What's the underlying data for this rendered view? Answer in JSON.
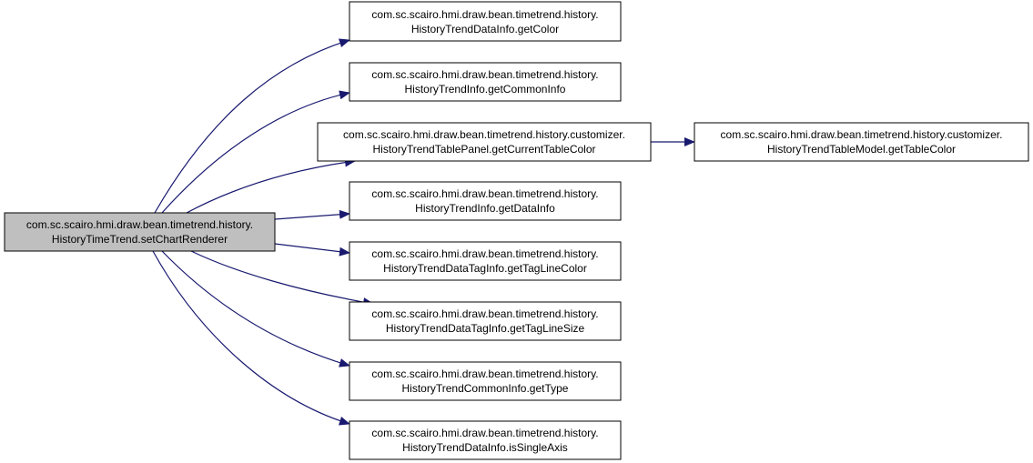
{
  "colors": {
    "node_fill": "#ffffff",
    "root_fill": "#bfbfbf",
    "border": "#000000",
    "edge": "#191970",
    "text": "#000000"
  },
  "graph": {
    "root": {
      "line1": "com.sc.scairo.hmi.draw.bean.timetrend.history.",
      "line2": "HistoryTimeTrend.setChartRenderer"
    },
    "callees": [
      {
        "line1": "com.sc.scairo.hmi.draw.bean.timetrend.history.",
        "line2": "HistoryTrendDataInfo.getColor"
      },
      {
        "line1": "com.sc.scairo.hmi.draw.bean.timetrend.history.",
        "line2": "HistoryTrendInfo.getCommonInfo"
      },
      {
        "line1": "com.sc.scairo.hmi.draw.bean.timetrend.history.customizer.",
        "line2": "HistoryTrendTablePanel.getCurrentTableColor"
      },
      {
        "line1": "com.sc.scairo.hmi.draw.bean.timetrend.history.",
        "line2": "HistoryTrendInfo.getDataInfo"
      },
      {
        "line1": "com.sc.scairo.hmi.draw.bean.timetrend.history.",
        "line2": "HistoryTrendDataTagInfo.getTagLineColor"
      },
      {
        "line1": "com.sc.scairo.hmi.draw.bean.timetrend.history.",
        "line2": "HistoryTrendDataTagInfo.getTagLineSize"
      },
      {
        "line1": "com.sc.scairo.hmi.draw.bean.timetrend.history.",
        "line2": "HistoryTrendCommonInfo.getType"
      },
      {
        "line1": "com.sc.scairo.hmi.draw.bean.timetrend.history.",
        "line2": "HistoryTrendDataInfo.isSingleAxis"
      }
    ],
    "sub_callee": {
      "line1": "com.sc.scairo.hmi.draw.bean.timetrend.history.customizer.",
      "line2": "HistoryTrendTableModel.getTableColor"
    }
  }
}
